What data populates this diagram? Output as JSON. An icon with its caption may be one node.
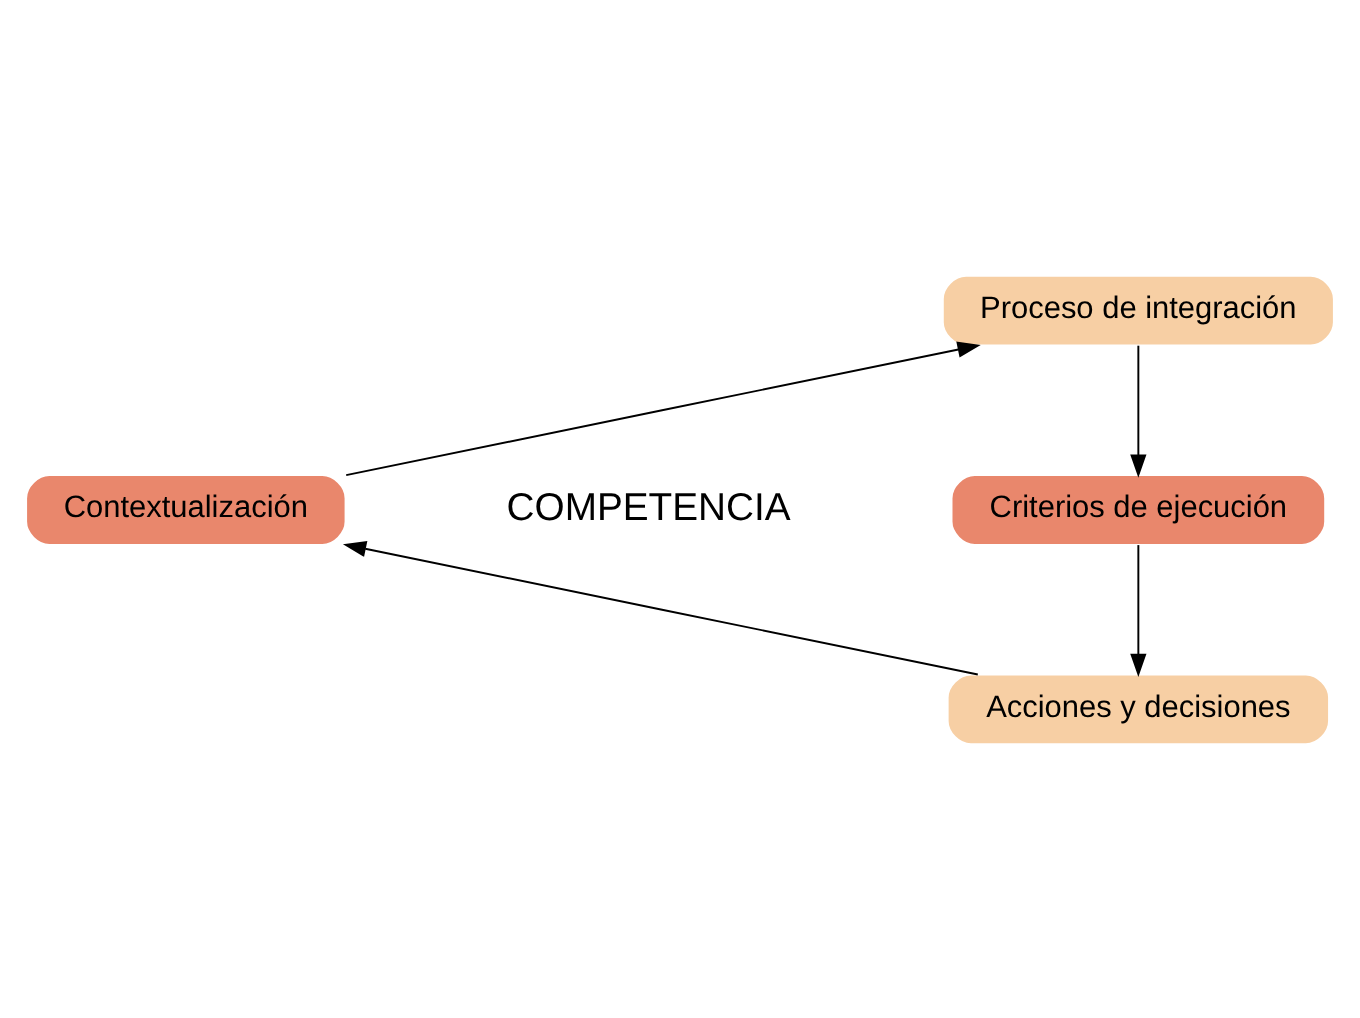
{
  "diagram": {
    "nodes": [
      {
        "text": [
          "Proceso de integración"
        ]
      },
      {
        "text": [
          "Criterios de ejecución"
        ]
      },
      {
        "text": [
          "Acciones y decisiones"
        ]
      },
      {
        "text": [
          "Contextualización"
        ]
      }
    ],
    "edges": [
      {
        "from": 0,
        "to": 1,
        "arrow": "to"
      },
      {
        "from": 1,
        "to": 2,
        "arrow": "to"
      },
      {
        "from": 2,
        "to": 3,
        "arrow": "to"
      },
      {
        "from": 3,
        "to": 0,
        "arrow": "to"
      }
    ],
    "labels": [
      "COMPETENCIA"
    ]
  }
}
